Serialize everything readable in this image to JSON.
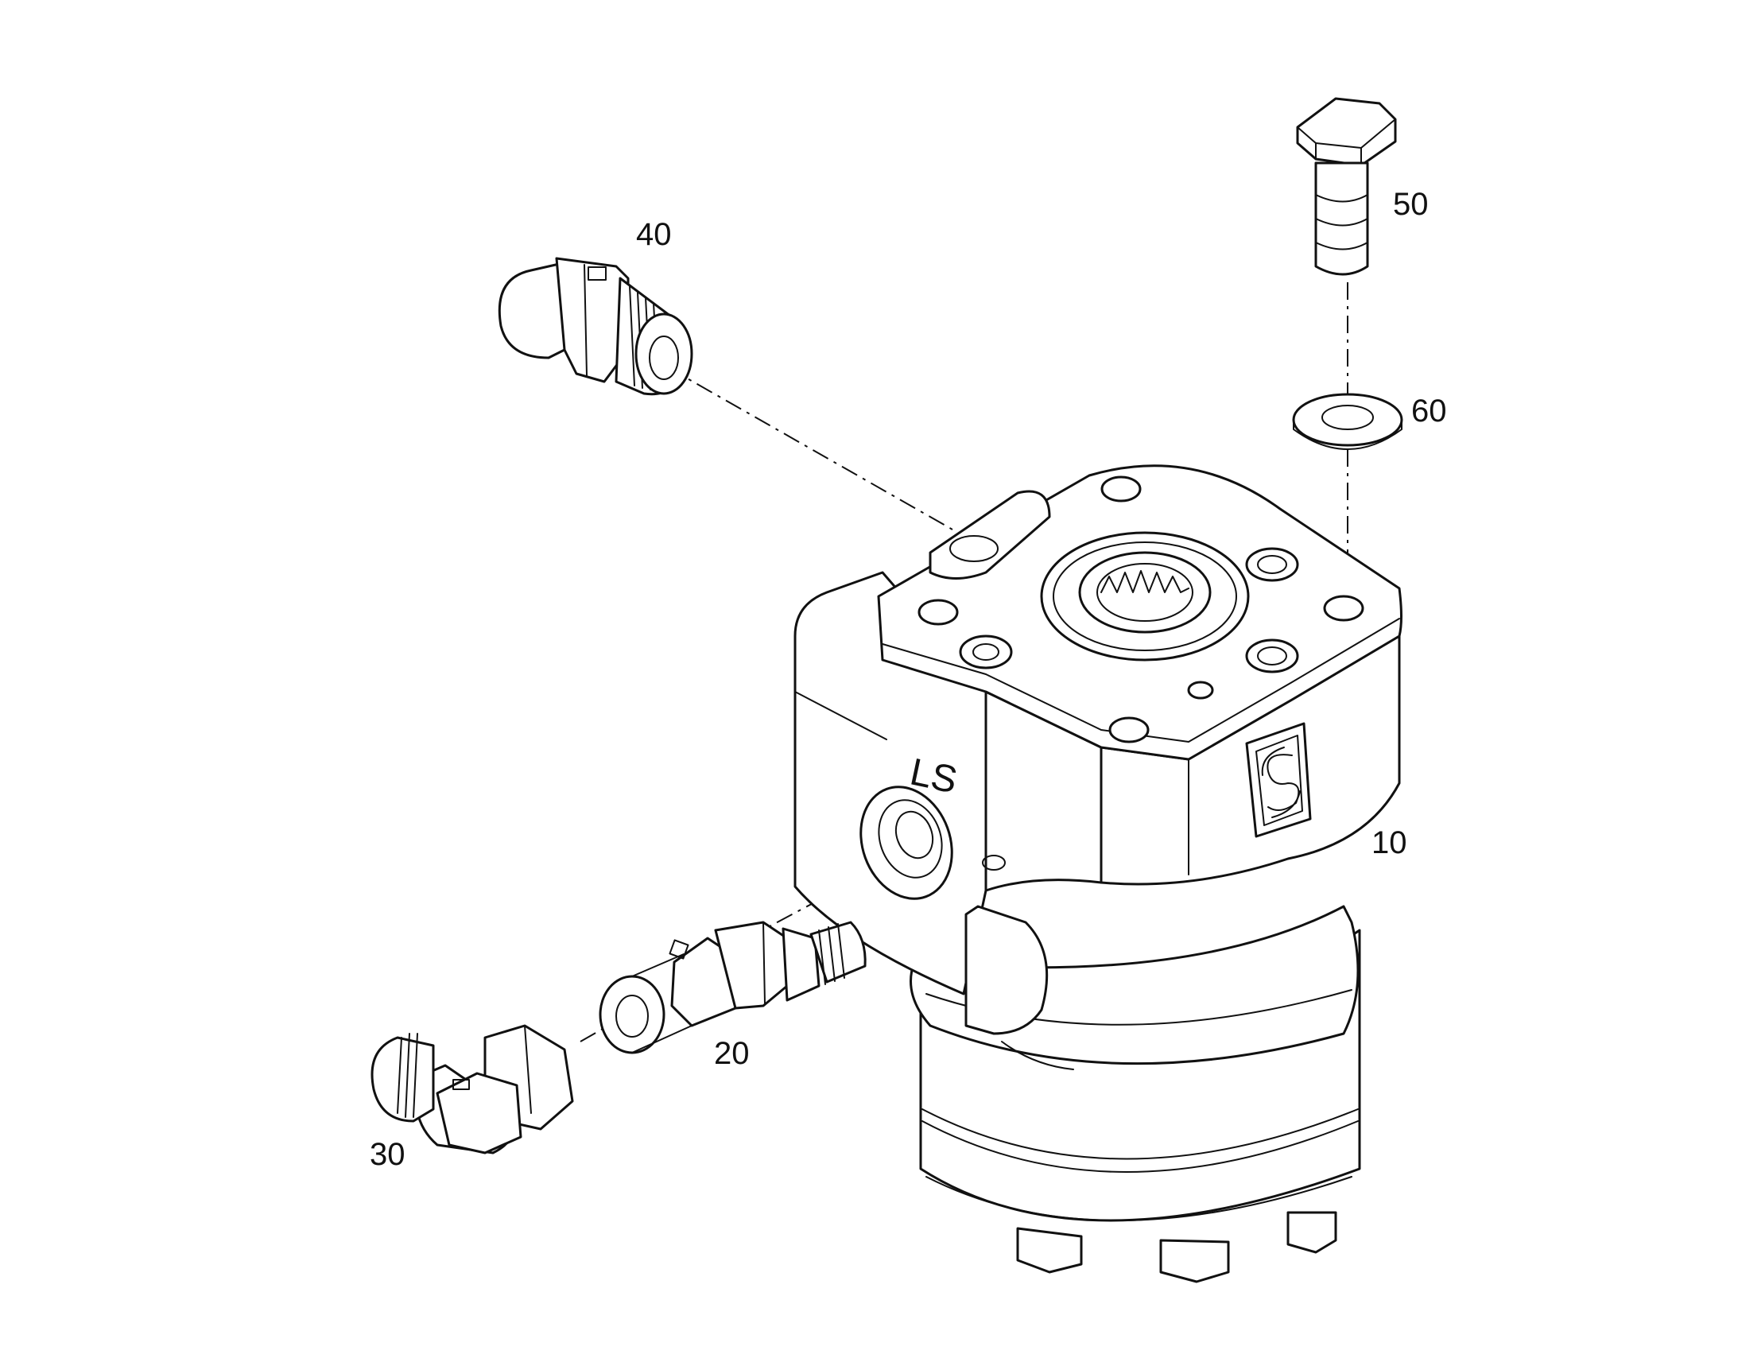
{
  "callouts": {
    "c10": "10",
    "c20": "20",
    "c30": "30",
    "c40": "40",
    "c50": "50",
    "c60": "60"
  },
  "port_marking": "LS",
  "colors": {
    "stroke": "#111111",
    "background": "#ffffff"
  },
  "icons": {
    "logo": "manufacturer-logo-icon"
  }
}
